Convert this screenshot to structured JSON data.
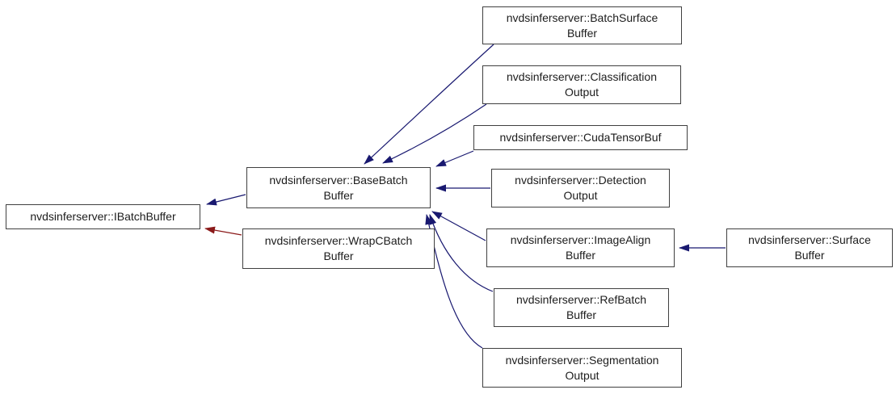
{
  "diagram": {
    "kind": "class-inheritance-graph",
    "colors": {
      "public_inheritance": "#191970",
      "private_inheritance": "#8b1a1a",
      "node_border": "#404040",
      "node_text": "#1c1c1c",
      "background": "#ffffff"
    },
    "nodes": {
      "ibatchbuffer": {
        "lines": [
          "nvdsinferserver::IBatchBuffer"
        ]
      },
      "basebatchbuffer": {
        "lines": [
          "nvdsinferserver::BaseBatch",
          "Buffer"
        ]
      },
      "wrapcbatchbuffer": {
        "lines": [
          "nvdsinferserver::WrapCBatch",
          "Buffer"
        ]
      },
      "batchsurfacebuffer": {
        "lines": [
          "nvdsinferserver::BatchSurface",
          "Buffer"
        ]
      },
      "classificationoutput": {
        "lines": [
          "nvdsinferserver::Classification",
          "Output"
        ]
      },
      "cudatensorbuf": {
        "lines": [
          "nvdsinferserver::CudaTensorBuf"
        ]
      },
      "detectionoutput": {
        "lines": [
          "nvdsinferserver::Detection",
          "Output"
        ]
      },
      "imagealignbuffer": {
        "lines": [
          "nvdsinferserver::ImageAlign",
          "Buffer"
        ]
      },
      "refbatchbuffer": {
        "lines": [
          "nvdsinferserver::RefBatch",
          "Buffer"
        ]
      },
      "segmentationoutput": {
        "lines": [
          "nvdsinferserver::Segmentation",
          "Output"
        ]
      },
      "surfacebuffer": {
        "lines": [
          "nvdsinferserver::Surface",
          "Buffer"
        ]
      }
    },
    "edges": [
      {
        "from": "basebatchbuffer",
        "to": "ibatchbuffer",
        "relation": "public"
      },
      {
        "from": "wrapcbatchbuffer",
        "to": "ibatchbuffer",
        "relation": "private"
      },
      {
        "from": "batchsurfacebuffer",
        "to": "basebatchbuffer",
        "relation": "public"
      },
      {
        "from": "classificationoutput",
        "to": "basebatchbuffer",
        "relation": "public"
      },
      {
        "from": "cudatensorbuf",
        "to": "basebatchbuffer",
        "relation": "public"
      },
      {
        "from": "detectionoutput",
        "to": "basebatchbuffer",
        "relation": "public"
      },
      {
        "from": "imagealignbuffer",
        "to": "basebatchbuffer",
        "relation": "public"
      },
      {
        "from": "refbatchbuffer",
        "to": "basebatchbuffer",
        "relation": "public"
      },
      {
        "from": "segmentationoutput",
        "to": "basebatchbuffer",
        "relation": "public"
      },
      {
        "from": "surfacebuffer",
        "to": "imagealignbuffer",
        "relation": "public"
      }
    ]
  }
}
